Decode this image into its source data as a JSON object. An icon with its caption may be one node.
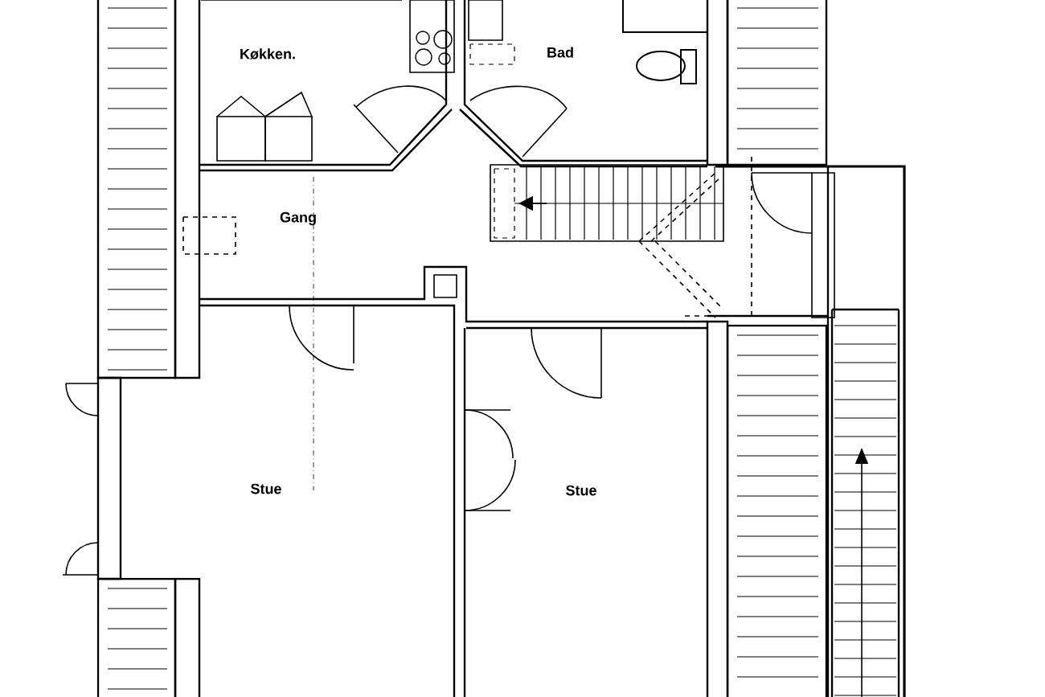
{
  "diagram": {
    "labels": [
      "Køkken.",
      "Bad",
      "Gang",
      "Stue",
      "Stue"
    ]
  }
}
